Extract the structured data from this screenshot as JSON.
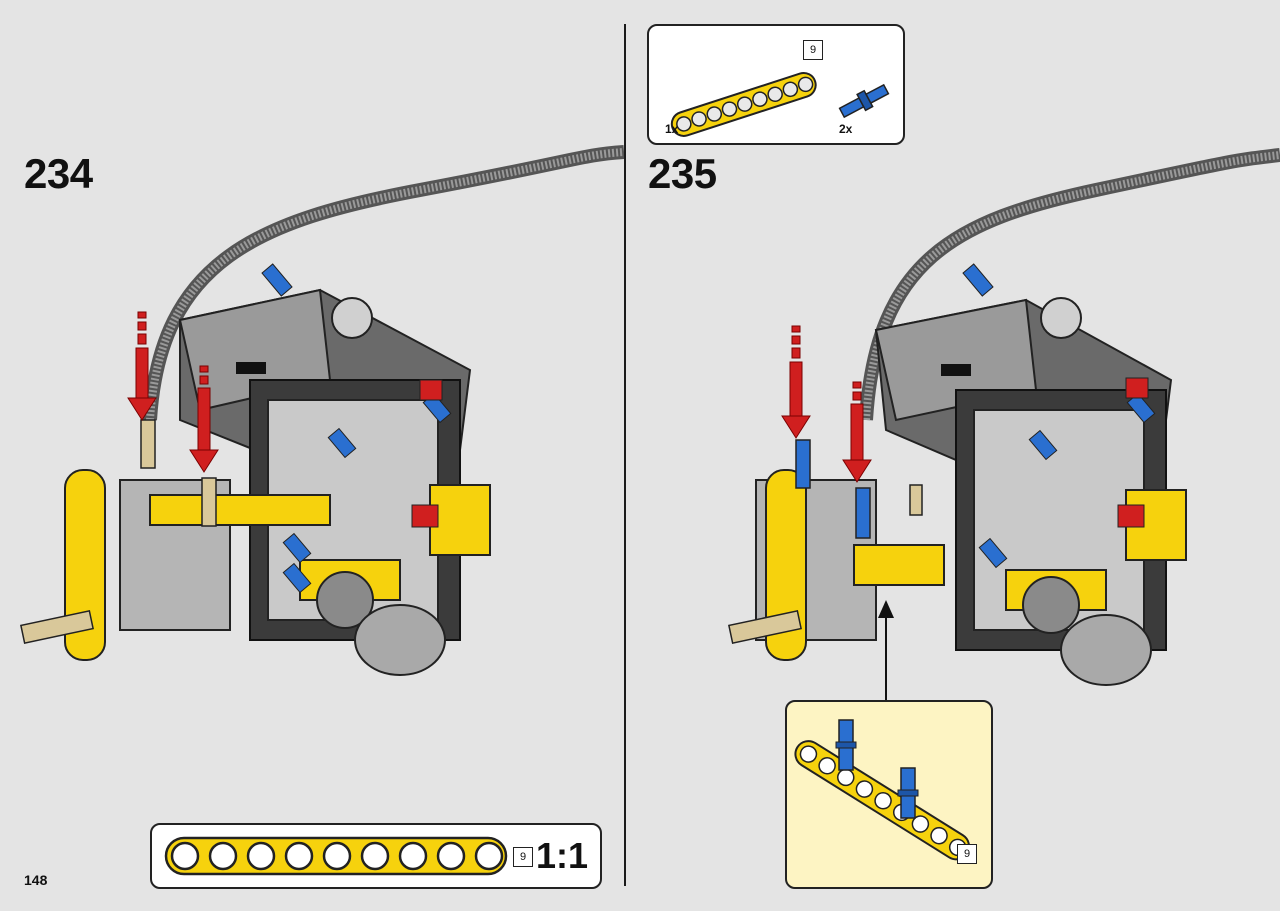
{
  "left": {
    "step": "234",
    "page_number": "148",
    "scale": {
      "length_badge": "9",
      "ratio": "1:1"
    }
  },
  "right": {
    "step": "235",
    "parts": [
      {
        "qty": "1x",
        "length_badge": "9",
        "name": "beam"
      },
      {
        "qty": "2x",
        "name": "pin"
      }
    ],
    "subassembly": {
      "length_badge": "9"
    }
  },
  "colors": {
    "yellow": "#f6d20d",
    "blue": "#2a6fd0",
    "red": "#d01f1f",
    "dark_gray": "#3a3a3a",
    "light_gray": "#bdbdbd",
    "tan": "#d9c89a"
  }
}
